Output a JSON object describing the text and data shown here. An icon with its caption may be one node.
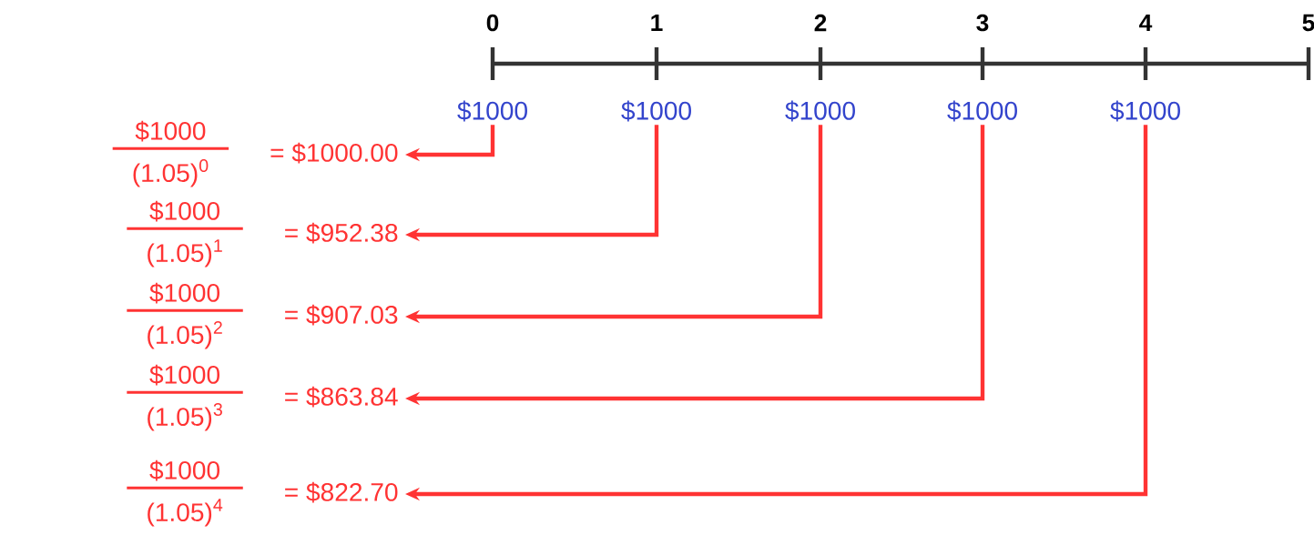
{
  "diagram": {
    "nodes": [
      {
        "text": [
          "$1000"
        ]
      },
      {
        "text": [
          "$1000"
        ]
      },
      {
        "text": [
          "$1000"
        ]
      },
      {
        "text": [
          "$1000"
        ]
      },
      {
        "text": [
          "$1000"
        ]
      },
      {
        "text": [
          "$1000",
          "(1.05)$^{0}$",
          "= $1000.00"
        ]
      },
      {
        "text": [
          "$1000",
          "(1.05)$^{1}$",
          "= $952.38"
        ]
      },
      {
        "text": [
          "$1000",
          "(1.05)$^{2}$",
          "= $907.03"
        ]
      },
      {
        "text": [
          "$1000",
          "(1.05)$^{3}$",
          "= $863.84"
        ]
      },
      {
        "text": [
          "$1000",
          "(1.05)$^{4}$",
          "= $822.70"
        ]
      }
    ],
    "edges": [
      {
        "from": 0,
        "to": 5,
        "arrow": "to"
      },
      {
        "from": 1,
        "to": 6,
        "arrow": "to"
      },
      {
        "from": 2,
        "to": 7,
        "arrow": "to"
      },
      {
        "from": 3,
        "to": 8,
        "arrow": "to"
      },
      {
        "from": 4,
        "to": 9,
        "arrow": "to"
      }
    ],
    "labels": [
      "0",
      "1",
      "2",
      "3",
      "4",
      "5"
    ]
  }
}
